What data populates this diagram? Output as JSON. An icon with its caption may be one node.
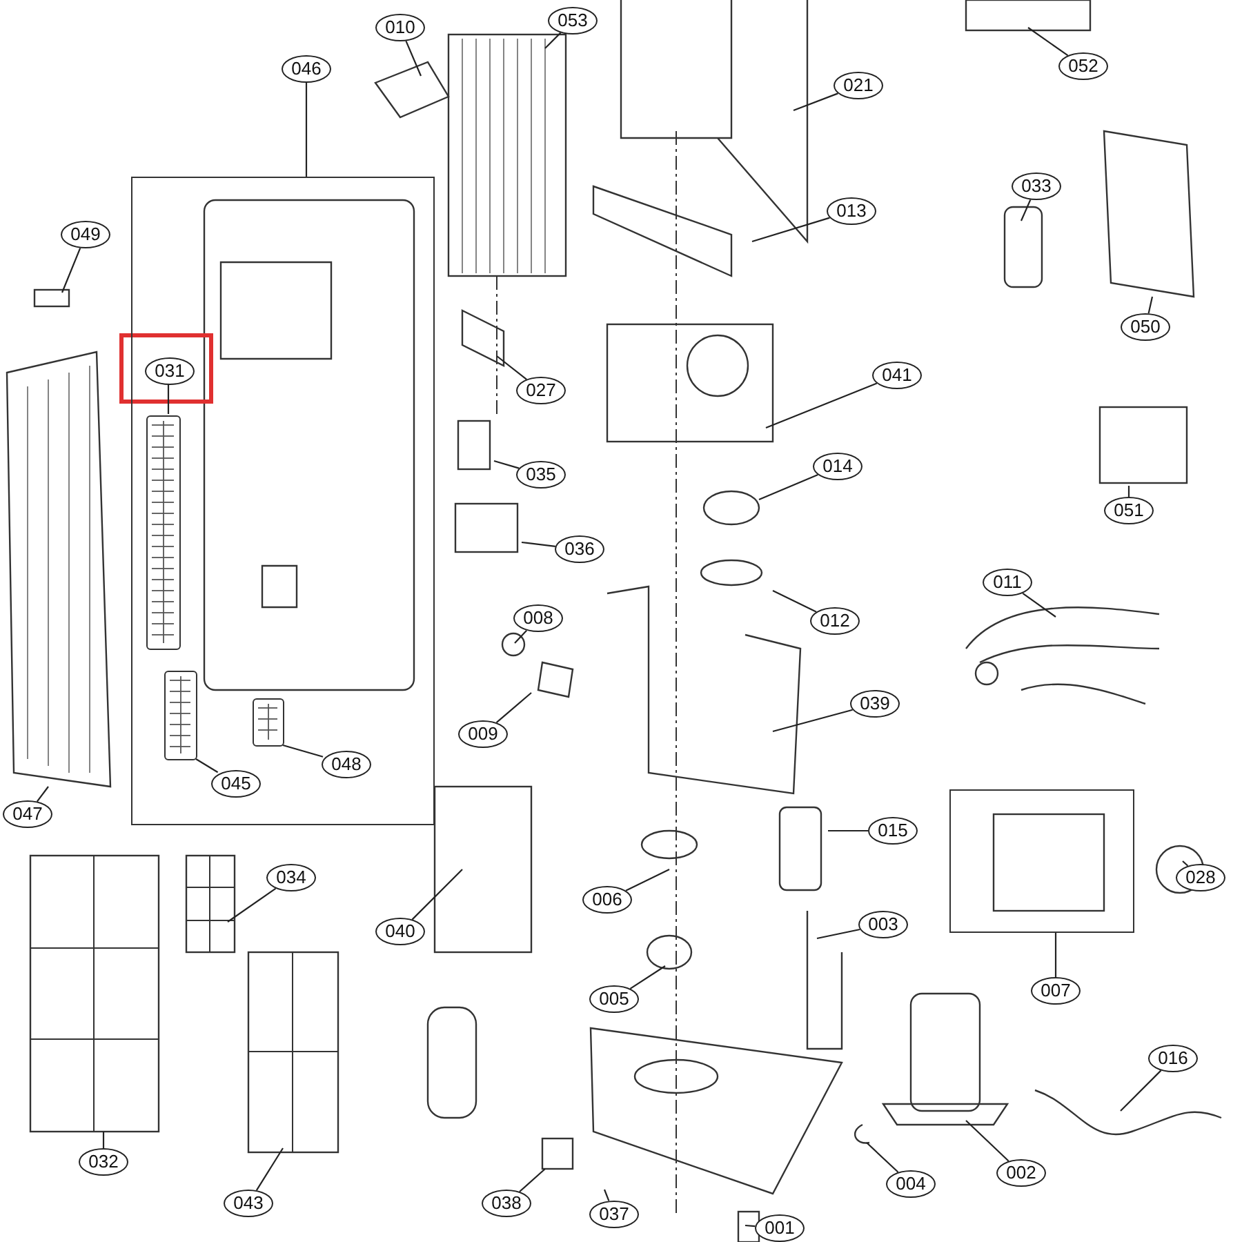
{
  "diagram": {
    "nodes": [
      {
        "text": [
          "053"
        ]
      },
      {
        "text": [
          "010"
        ]
      },
      {
        "text": [
          "052"
        ]
      },
      {
        "text": [
          "046"
        ]
      },
      {
        "text": [
          "021"
        ]
      },
      {
        "text": [
          "033"
        ]
      },
      {
        "text": [
          "013"
        ]
      },
      {
        "text": [
          "049"
        ]
      },
      {
        "text": [
          "050"
        ]
      },
      {
        "text": [
          "031"
        ],
        "in": 40
      },
      {
        "text": [
          "041"
        ]
      },
      {
        "text": [
          "027"
        ]
      },
      {
        "text": [
          "014"
        ]
      },
      {
        "text": [
          "035"
        ]
      },
      {
        "text": [
          "051"
        ]
      },
      {
        "text": [
          "036"
        ]
      },
      {
        "text": [
          "011"
        ]
      },
      {
        "text": [
          "008"
        ]
      },
      {
        "text": [
          "012"
        ]
      },
      {
        "text": [
          "039"
        ]
      },
      {
        "text": [
          "009"
        ]
      },
      {
        "text": [
          "048"
        ],
        "in": 40
      },
      {
        "text": [
          "045"
        ],
        "in": 40
      },
      {
        "text": [
          "047"
        ]
      },
      {
        "text": [
          "015"
        ]
      },
      {
        "text": [
          "034"
        ]
      },
      {
        "text": [
          "028"
        ]
      },
      {
        "text": [
          "006"
        ]
      },
      {
        "text": [
          "003"
        ]
      },
      {
        "text": [
          "040"
        ]
      },
      {
        "text": [
          "007"
        ]
      },
      {
        "text": [
          "005"
        ]
      },
      {
        "text": [
          "016"
        ]
      },
      {
        "text": [
          "032"
        ]
      },
      {
        "text": [
          "043"
        ]
      },
      {
        "text": [
          "038"
        ]
      },
      {
        "text": [
          "002"
        ]
      },
      {
        "text": [
          "004"
        ]
      },
      {
        "text": [
          "037"
        ]
      },
      {
        "text": [
          "001"
        ]
      },
      {
        "text": [],
        "shape": "box"
      },
      {
        "text": [],
        "shape": "box"
      },
      {
        "text": [],
        "shape": "picture",
        "in": 40
      },
      {
        "text": [],
        "shape": "picture",
        "in": 40
      },
      {
        "text": [],
        "shape": "picture",
        "in": 40
      }
    ],
    "edges": [
      {
        "from": 0,
        "to": null,
        "arrow": "none"
      },
      {
        "from": 1,
        "to": null,
        "arrow": "none"
      },
      {
        "from": 2,
        "to": null,
        "arrow": "none"
      },
      {
        "from": 3,
        "to": 40,
        "arrow": "none"
      },
      {
        "from": 4,
        "to": null,
        "arrow": "none"
      },
      {
        "from": 5,
        "to": null,
        "arrow": "none"
      },
      {
        "from": 6,
        "to": null,
        "arrow": "none"
      },
      {
        "from": 7,
        "to": null,
        "arrow": "none"
      },
      {
        "from": 8,
        "to": null,
        "arrow": "none"
      },
      {
        "from": 9,
        "to": 42,
        "arrow": "none"
      },
      {
        "from": 10,
        "to": null,
        "arrow": "none"
      },
      {
        "from": 11,
        "to": null,
        "arrow": "none"
      },
      {
        "from": 12,
        "to": null,
        "arrow": "none"
      },
      {
        "from": 13,
        "to": null,
        "arrow": "none"
      },
      {
        "from": 14,
        "to": null,
        "arrow": "none"
      },
      {
        "from": 15,
        "to": null,
        "arrow": "none"
      },
      {
        "from": 16,
        "to": null,
        "arrow": "none"
      },
      {
        "from": 17,
        "to": null,
        "arrow": "none"
      },
      {
        "from": 18,
        "to": null,
        "arrow": "none"
      },
      {
        "from": 19,
        "to": null,
        "arrow": "none"
      },
      {
        "from": 20,
        "to": null,
        "arrow": "none"
      },
      {
        "from": 21,
        "to": 44,
        "arrow": "none"
      },
      {
        "from": 22,
        "to": 43,
        "arrow": "none"
      },
      {
        "from": 23,
        "to": null,
        "arrow": "none"
      },
      {
        "from": 24,
        "to": null,
        "arrow": "none"
      },
      {
        "from": 25,
        "to": null,
        "arrow": "none"
      },
      {
        "from": 26,
        "to": null,
        "arrow": "none"
      },
      {
        "from": 27,
        "to": null,
        "arrow": "none"
      },
      {
        "from": 28,
        "to": null,
        "arrow": "none"
      },
      {
        "from": 29,
        "to": null,
        "arrow": "none"
      },
      {
        "from": 30,
        "to": 41,
        "arrow": "none"
      },
      {
        "from": 31,
        "to": null,
        "arrow": "none"
      },
      {
        "from": 32,
        "to": null,
        "arrow": "none"
      },
      {
        "from": 33,
        "to": null,
        "arrow": "none"
      },
      {
        "from": 34,
        "to": null,
        "arrow": "none"
      },
      {
        "from": 35,
        "to": null,
        "arrow": "none"
      },
      {
        "from": 36,
        "to": null,
        "arrow": "none"
      },
      {
        "from": 37,
        "to": null,
        "arrow": "none"
      },
      {
        "from": 38,
        "to": null,
        "arrow": "none"
      },
      {
        "from": 39,
        "to": null,
        "arrow": "none"
      }
    ]
  }
}
